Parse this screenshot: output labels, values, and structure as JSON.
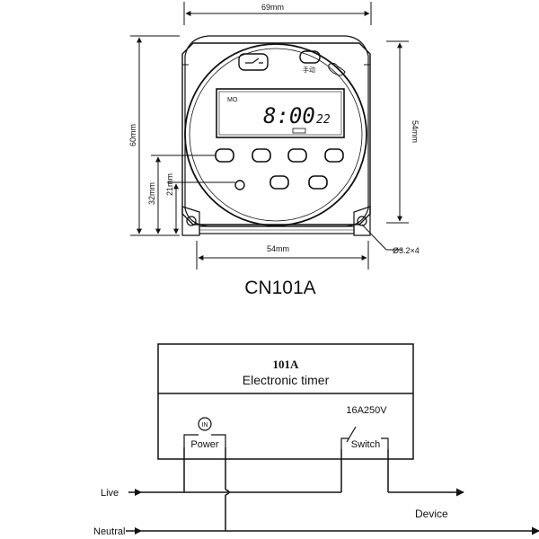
{
  "drawing": {
    "dims": {
      "top_width": "69mm",
      "height_60": "60mm",
      "height_54": "54mm",
      "height_32": "32mm",
      "height_21": "21mm",
      "bottom_width": "54mm",
      "hole_spec": "Ø3.2×4"
    },
    "lcd": {
      "day": "MO",
      "time": "8:00",
      "seconds": "22"
    },
    "manual_label": "手动",
    "model": "CN101A"
  },
  "wiring": {
    "title": "101A",
    "subtitle": "Electronic timer",
    "power_symbol": "IN",
    "power_label": "Power",
    "rating": "16A250V",
    "switch_label": "Switch",
    "live": "Live",
    "neutral": "Neutral",
    "device": "Device"
  }
}
